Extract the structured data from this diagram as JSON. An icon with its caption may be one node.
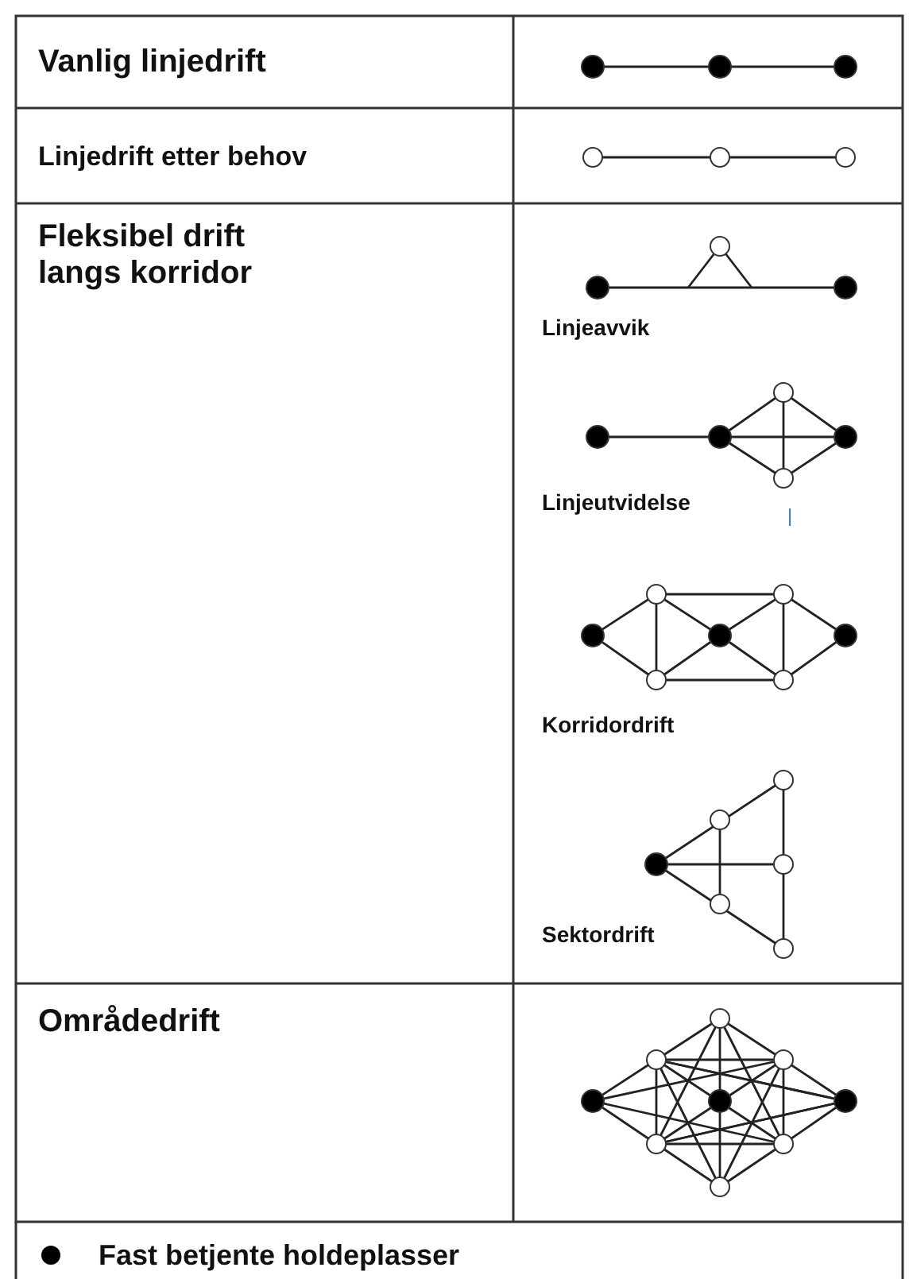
{
  "diagram": {
    "labels": [
      "Vanlig linjedrift",
      "Linjedrift etter behov",
      "Fleksibel drift langs korridor",
      "Linjeavvik",
      "Linjeutvidelse",
      "Korridordrift",
      "Sektordrift",
      "Områdedrift"
    ],
    "legend": [
      {
        "text": "Fast betjente holdeplasser"
      }
    ]
  }
}
